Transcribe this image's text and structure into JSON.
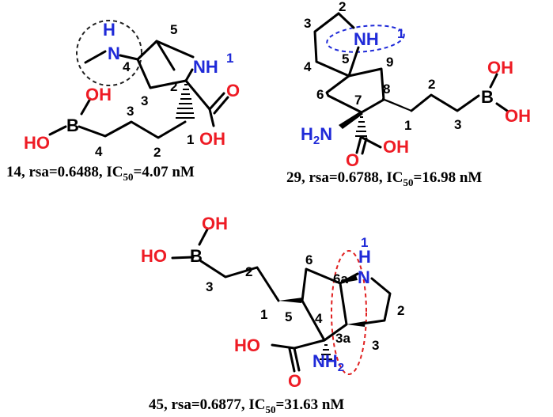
{
  "colors": {
    "oxygen": "#ee1c25",
    "nitrogen": "#1f2ad8",
    "black": "#000000",
    "highlight_black": "#222222",
    "highlight_blue": "#1f2ad8",
    "highlight_red": "#e02020"
  },
  "compounds": [
    {
      "id": "14",
      "caption": {
        "prefix": "14, rsa=0.6488, IC",
        "sub": "50",
        "suffix": "=4.07 nM"
      },
      "atoms": {
        "h": "H",
        "n": "N",
        "nh": "NH",
        "oh1": "OH",
        "b": "B",
        "ho": "HO",
        "o": "O",
        "oh2": "OH"
      },
      "locants": {
        "n1": "1",
        "c2": "2",
        "c3": "3",
        "c4": "4",
        "c5": "5",
        "ch1": "1",
        "ch2": "2",
        "ch3": "3",
        "ch4": "4"
      }
    },
    {
      "id": "29",
      "caption": {
        "prefix": "29, rsa=0.6788, IC",
        "sub": "50",
        "suffix": "=16.98 nM"
      },
      "atoms": {
        "nh": "NH",
        "h2n": "H",
        "h2n_sub": "2",
        "h2n_n": "N",
        "o": "O",
        "oh": "OH",
        "b": "B",
        "oh1": "OH",
        "oh2": "OH"
      },
      "locants": {
        "n1": "1",
        "r2": "2",
        "r3": "3",
        "r4": "4",
        "r5": "5",
        "c6": "6",
        "c7": "7",
        "c8": "8",
        "c9": "9",
        "ch1": "1",
        "ch2": "2",
        "ch3": "3"
      }
    },
    {
      "id": "45",
      "caption": {
        "prefix": "45, rsa=0.6877, IC",
        "sub": "50",
        "suffix": "=31.63 nM"
      },
      "atoms": {
        "oh": "OH",
        "ho": "HO",
        "b": "B",
        "h": "H",
        "n": "N",
        "ho2": "HO",
        "o": "O",
        "nh2": "NH",
        "nh2_sub": "2"
      },
      "locants": {
        "n1": "1",
        "r2": "2",
        "r3": "3",
        "r3a": "3a",
        "r4": "4",
        "r5": "5",
        "r6": "6",
        "r6a": "6a",
        "ch1": "1",
        "ch2": "2",
        "ch3": "3"
      }
    }
  ]
}
